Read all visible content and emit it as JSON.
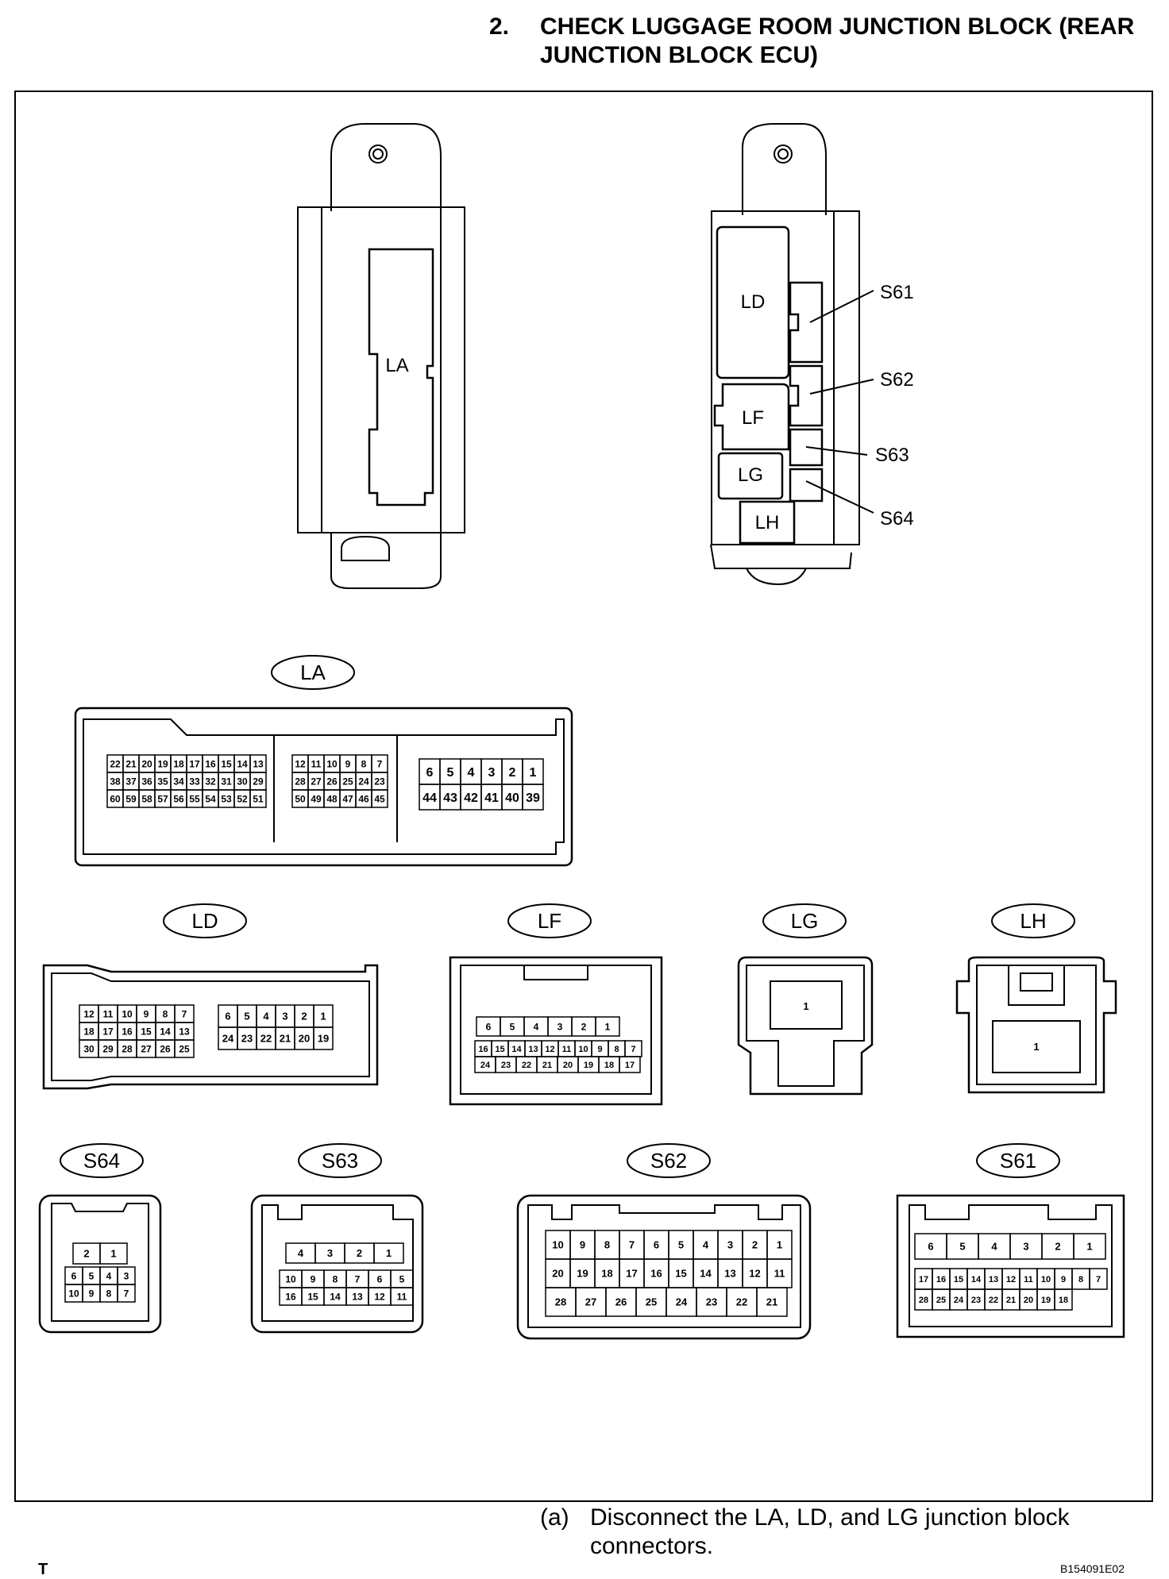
{
  "header": {
    "number": "2.",
    "title": "CHECK LUGGAGE ROOM JUNCTION BLOCK (REAR JUNCTION BLOCK ECU)"
  },
  "figure": {
    "corner_mark": "T",
    "figure_id": "B154091E02",
    "block_labels": {
      "la": "LA",
      "ld": "LD",
      "lf": "LF",
      "lg": "LG",
      "lh": "LH",
      "s61": "S61",
      "s62": "S62",
      "s63": "S63",
      "s64": "S64"
    },
    "connectors": {
      "LA": {
        "label": "LA",
        "groups": [
          [
            [
              "22",
              "21",
              "20",
              "19",
              "18",
              "17",
              "16",
              "15",
              "14",
              "13"
            ],
            [
              "38",
              "37",
              "36",
              "35",
              "34",
              "33",
              "32",
              "31",
              "30",
              "29"
            ],
            [
              "60",
              "59",
              "58",
              "57",
              "56",
              "55",
              "54",
              "53",
              "52",
              "51"
            ]
          ],
          [
            [
              "12",
              "11",
              "10",
              "9",
              "8",
              "7"
            ],
            [
              "28",
              "27",
              "26",
              "25",
              "24",
              "23"
            ],
            [
              "50",
              "49",
              "48",
              "47",
              "46",
              "45"
            ]
          ],
          [
            [
              "6",
              "5",
              "4",
              "3",
              "2",
              "1"
            ],
            [
              "44",
              "43",
              "42",
              "41",
              "40",
              "39"
            ]
          ]
        ]
      },
      "LD": {
        "label": "LD",
        "groups": [
          [
            [
              "12",
              "11",
              "10",
              "9",
              "8",
              "7"
            ],
            [
              "18",
              "17",
              "16",
              "15",
              "14",
              "13"
            ],
            [
              "30",
              "29",
              "28",
              "27",
              "26",
              "25"
            ]
          ],
          [
            [
              "6",
              "5",
              "4",
              "3",
              "2",
              "1"
            ],
            [
              "24",
              "23",
              "22",
              "21",
              "20",
              "19"
            ]
          ]
        ]
      },
      "LF": {
        "label": "LF",
        "rows": [
          [
            "6",
            "5",
            "4",
            "3",
            "2",
            "1"
          ],
          [
            "16",
            "15",
            "14",
            "13",
            "12",
            "11",
            "10",
            "9",
            "8",
            "7"
          ],
          [
            "24",
            "23",
            "22",
            "21",
            "20",
            "19",
            "18",
            "17"
          ]
        ]
      },
      "LG": {
        "label": "LG",
        "pins": [
          "1"
        ]
      },
      "LH": {
        "label": "LH",
        "pins": [
          "1"
        ]
      },
      "S64": {
        "label": "S64",
        "rows": [
          [
            "2",
            "1"
          ],
          [
            "6",
            "5",
            "4",
            "3"
          ],
          [
            "10",
            "9",
            "8",
            "7"
          ]
        ]
      },
      "S63": {
        "label": "S63",
        "rows": [
          [
            "4",
            "3",
            "2",
            "1"
          ],
          [
            "10",
            "9",
            "8",
            "7",
            "6",
            "5"
          ],
          [
            "16",
            "15",
            "14",
            "13",
            "12",
            "11"
          ]
        ]
      },
      "S62": {
        "label": "S62",
        "rows": [
          [
            "10",
            "9",
            "8",
            "7",
            "6",
            "5",
            "4",
            "3",
            "2",
            "1"
          ],
          [
            "20",
            "19",
            "18",
            "17",
            "16",
            "15",
            "14",
            "13",
            "12",
            "11"
          ],
          [
            "28",
            "27",
            "26",
            "25",
            "24",
            "23",
            "22",
            "21"
          ]
        ]
      },
      "S61": {
        "label": "S61",
        "rows": [
          [
            "6",
            "5",
            "4",
            "3",
            "2",
            "1"
          ],
          [
            "17",
            "16",
            "15",
            "14",
            "13",
            "12",
            "11",
            "10",
            "9",
            "8",
            "7"
          ],
          [
            "28",
            "25",
            "24",
            "23",
            "22",
            "21",
            "20",
            "19",
            "18"
          ]
        ]
      }
    }
  },
  "instruction": {
    "key": "(a)",
    "text": "Disconnect the LA, LD, and LG junction block connectors."
  }
}
